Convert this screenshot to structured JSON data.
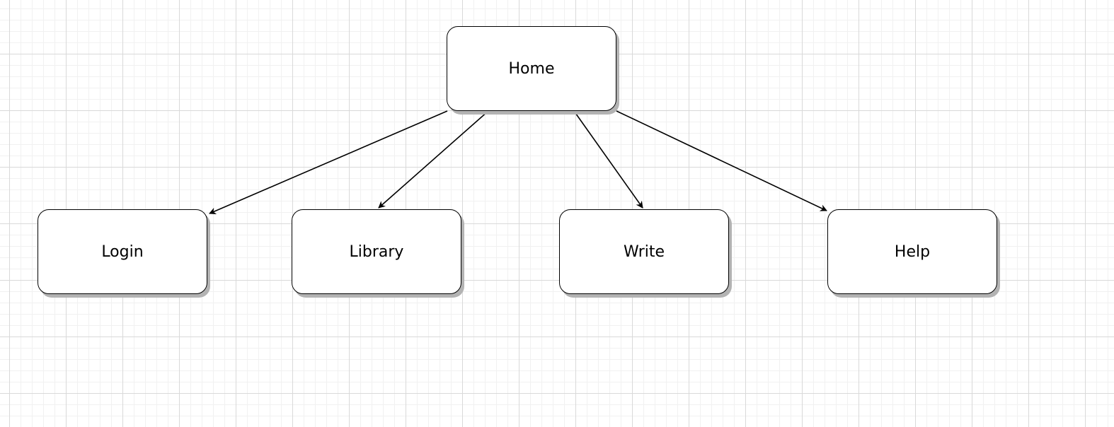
{
  "diagram": {
    "nodes": [
      {
        "id": "home",
        "label": "Home"
      },
      {
        "id": "login",
        "label": "Login"
      },
      {
        "id": "library",
        "label": "Library"
      },
      {
        "id": "write",
        "label": "Write"
      },
      {
        "id": "help",
        "label": "Help"
      }
    ],
    "edges": [
      {
        "from": "home",
        "to": "login"
      },
      {
        "from": "home",
        "to": "library"
      },
      {
        "from": "home",
        "to": "write"
      },
      {
        "from": "home",
        "to": "help"
      }
    ]
  }
}
